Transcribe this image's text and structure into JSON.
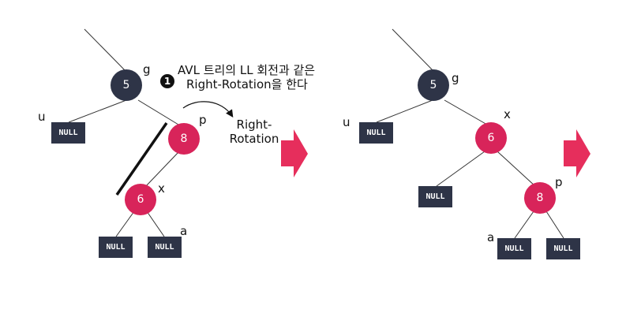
{
  "colors": {
    "dark_node": "#2e3447",
    "red_node": "#d8245a",
    "null_box": "#2e3447",
    "arrow": "#e62e5c",
    "edge": "#333333"
  },
  "null_label": "NULL",
  "note": {
    "badge": "1",
    "line1": "AVL 트리의 LL 회전과 같은",
    "line2": "Right-Rotation을 한다"
  },
  "rotation_label": {
    "line1": "Right-",
    "line2": "Rotation"
  },
  "before": {
    "g": {
      "value": "5",
      "label": "g"
    },
    "u": {
      "label": "u"
    },
    "p": {
      "value": "8",
      "label": "p"
    },
    "x": {
      "value": "6",
      "label": "x"
    },
    "a": {
      "label": "a"
    }
  },
  "after": {
    "g": {
      "value": "5",
      "label": "g"
    },
    "u": {
      "label": "u"
    },
    "x": {
      "value": "6",
      "label": "x"
    },
    "p": {
      "value": "8",
      "label": "p"
    },
    "a": {
      "label": "a"
    }
  }
}
